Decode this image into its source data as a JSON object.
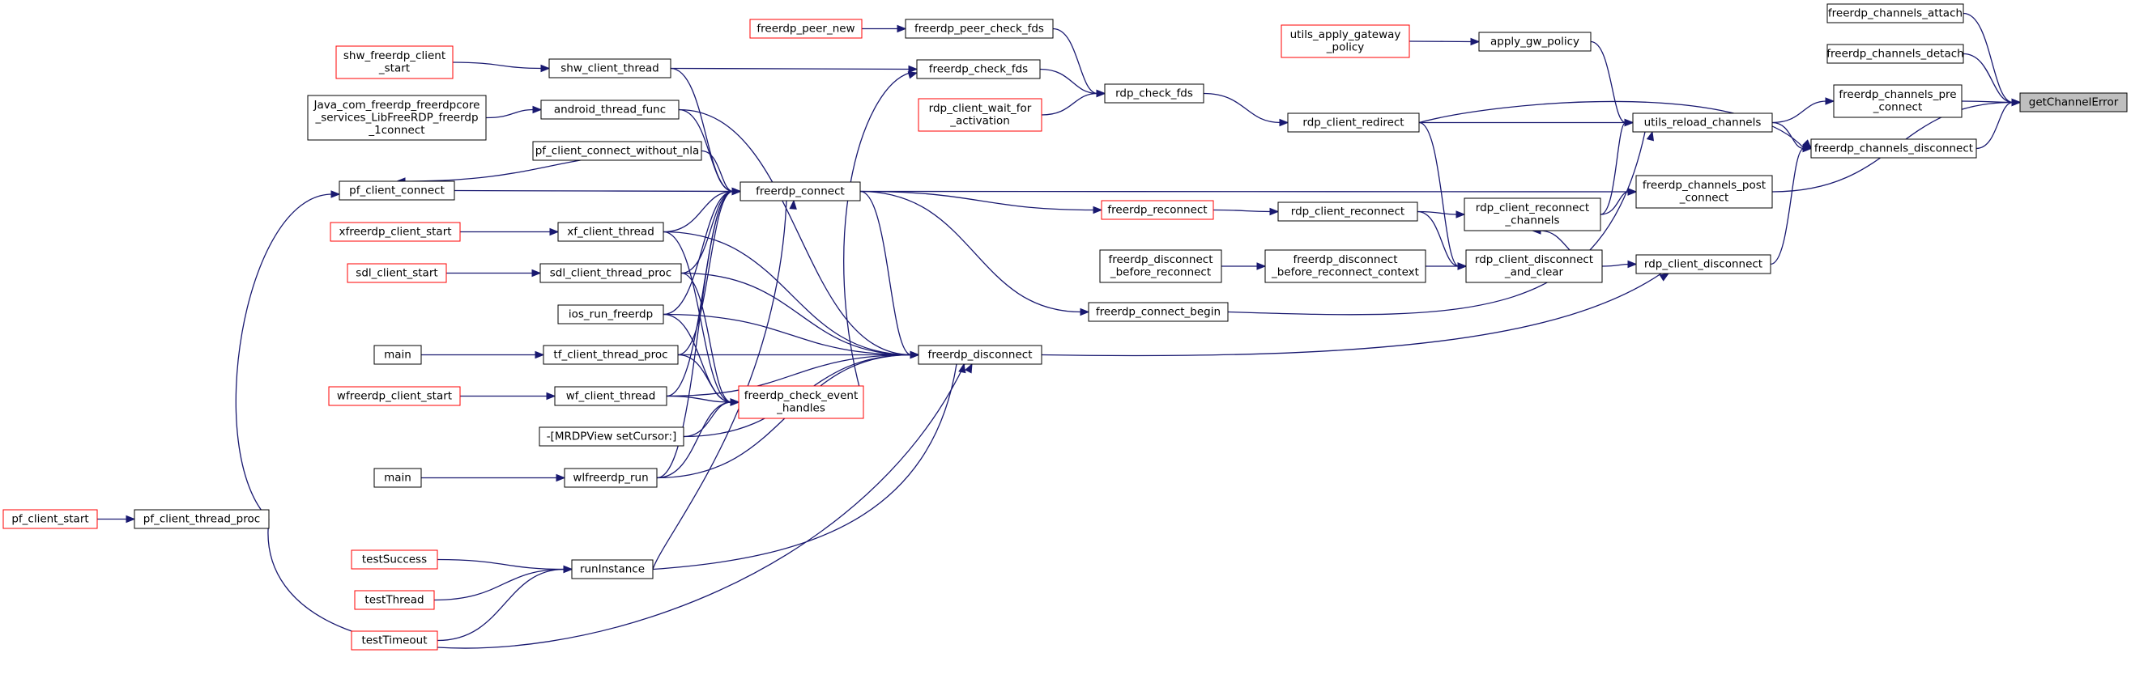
{
  "graph": {
    "root": "getChannelError",
    "nodes": [
      {
        "id": "getChannelError",
        "lines": [
          "getChannelError"
        ],
        "style": "root"
      },
      {
        "id": "freerdp_channels_attach",
        "lines": [
          "freerdp_channels_attach"
        ],
        "style": "normal"
      },
      {
        "id": "freerdp_channels_detach",
        "lines": [
          "freerdp_channels_detach"
        ],
        "style": "normal"
      },
      {
        "id": "freerdp_channels_pre_connect",
        "lines": [
          "freerdp_channels_pre",
          "_connect"
        ],
        "style": "normal"
      },
      {
        "id": "freerdp_channels_disconnect",
        "lines": [
          "freerdp_channels_disconnect"
        ],
        "style": "normal"
      },
      {
        "id": "freerdp_channels_post_connect",
        "lines": [
          "freerdp_channels_post",
          "_connect"
        ],
        "style": "normal"
      },
      {
        "id": "utils_reload_channels",
        "lines": [
          "utils_reload_channels"
        ],
        "style": "normal"
      },
      {
        "id": "apply_gw_policy",
        "lines": [
          "apply_gw_policy"
        ],
        "style": "normal"
      },
      {
        "id": "utils_apply_gateway_policy",
        "lines": [
          "utils_apply_gateway",
          "_policy"
        ],
        "style": "red"
      },
      {
        "id": "rdp_client_redirect",
        "lines": [
          "rdp_client_redirect"
        ],
        "style": "normal"
      },
      {
        "id": "rdp_check_fds",
        "lines": [
          "rdp_check_fds"
        ],
        "style": "normal"
      },
      {
        "id": "freerdp_peer_check_fds",
        "lines": [
          "freerdp_peer_check_fds"
        ],
        "style": "normal"
      },
      {
        "id": "freerdp_peer_new",
        "lines": [
          "freerdp_peer_new"
        ],
        "style": "red"
      },
      {
        "id": "freerdp_check_fds",
        "lines": [
          "freerdp_check_fds"
        ],
        "style": "normal"
      },
      {
        "id": "rdp_client_wait_for_activation",
        "lines": [
          "rdp_client_wait_for",
          "_activation"
        ],
        "style": "red"
      },
      {
        "id": "rdp_client_reconnect_channels",
        "lines": [
          "rdp_client_reconnect",
          "_channels"
        ],
        "style": "normal"
      },
      {
        "id": "rdp_client_reconnect",
        "lines": [
          "rdp_client_reconnect"
        ],
        "style": "normal"
      },
      {
        "id": "freerdp_reconnect",
        "lines": [
          "freerdp_reconnect"
        ],
        "style": "red"
      },
      {
        "id": "rdp_client_disconnect_and_clear",
        "lines": [
          "rdp_client_disconnect",
          "_and_clear"
        ],
        "style": "normal"
      },
      {
        "id": "freerdp_disconnect_before_reconnect_context",
        "lines": [
          "freerdp_disconnect",
          "_before_reconnect_context"
        ],
        "style": "normal"
      },
      {
        "id": "freerdp_disconnect_before_reconnect",
        "lines": [
          "freerdp_disconnect",
          "_before_reconnect"
        ],
        "style": "normal"
      },
      {
        "id": "rdp_client_disconnect",
        "lines": [
          "rdp_client_disconnect"
        ],
        "style": "normal"
      },
      {
        "id": "freerdp_connect_begin",
        "lines": [
          "freerdp_connect_begin"
        ],
        "style": "normal"
      },
      {
        "id": "freerdp_connect",
        "lines": [
          "freerdp_connect"
        ],
        "style": "normal"
      },
      {
        "id": "freerdp_disconnect",
        "lines": [
          "freerdp_disconnect"
        ],
        "style": "normal"
      },
      {
        "id": "freerdp_check_event_handles",
        "lines": [
          "freerdp_check_event",
          "_handles"
        ],
        "style": "red"
      },
      {
        "id": "shw_client_thread",
        "lines": [
          "shw_client_thread"
        ],
        "style": "normal"
      },
      {
        "id": "shw_freerdp_client_start",
        "lines": [
          "shw_freerdp_client",
          "_start"
        ],
        "style": "red"
      },
      {
        "id": "android_thread_func",
        "lines": [
          "android_thread_func"
        ],
        "style": "normal"
      },
      {
        "id": "java_connect",
        "lines": [
          "Java_com_freerdp_freerdpcore",
          "_services_LibFreeRDP_freerdp",
          "_1connect"
        ],
        "style": "normal"
      },
      {
        "id": "pf_client_connect_without_nla",
        "lines": [
          "pf_client_connect_without_nla"
        ],
        "style": "normal"
      },
      {
        "id": "pf_client_connect",
        "lines": [
          "pf_client_connect"
        ],
        "style": "normal"
      },
      {
        "id": "xf_client_thread",
        "lines": [
          "xf_client_thread"
        ],
        "style": "normal"
      },
      {
        "id": "xfreerdp_client_start",
        "lines": [
          "xfreerdp_client_start"
        ],
        "style": "red"
      },
      {
        "id": "sdl_client_thread_proc",
        "lines": [
          "sdl_client_thread_proc"
        ],
        "style": "normal"
      },
      {
        "id": "sdl_client_start",
        "lines": [
          "sdl_client_start"
        ],
        "style": "red"
      },
      {
        "id": "ios_run_freerdp",
        "lines": [
          "ios_run_freerdp"
        ],
        "style": "normal"
      },
      {
        "id": "tf_client_thread_proc",
        "lines": [
          "tf_client_thread_proc"
        ],
        "style": "normal"
      },
      {
        "id": "main1",
        "lines": [
          "main"
        ],
        "style": "normal"
      },
      {
        "id": "wf_client_thread",
        "lines": [
          "wf_client_thread"
        ],
        "style": "normal"
      },
      {
        "id": "wfreerdp_client_start",
        "lines": [
          "wfreerdp_client_start"
        ],
        "style": "red"
      },
      {
        "id": "mrdpview_setcursor",
        "lines": [
          "-[MRDPView setCursor:]"
        ],
        "style": "normal"
      },
      {
        "id": "wlfreerdp_run",
        "lines": [
          "wlfreerdp_run"
        ],
        "style": "normal"
      },
      {
        "id": "main2",
        "lines": [
          "main"
        ],
        "style": "normal"
      },
      {
        "id": "pf_client_thread_proc",
        "lines": [
          "pf_client_thread_proc"
        ],
        "style": "normal"
      },
      {
        "id": "pf_client_start",
        "lines": [
          "pf_client_start"
        ],
        "style": "red"
      },
      {
        "id": "runInstance",
        "lines": [
          "runInstance"
        ],
        "style": "normal"
      },
      {
        "id": "testSuccess",
        "lines": [
          "testSuccess"
        ],
        "style": "red"
      },
      {
        "id": "testThread",
        "lines": [
          "testThread"
        ],
        "style": "red"
      },
      {
        "id": "testTimeout",
        "lines": [
          "testTimeout"
        ],
        "style": "red"
      }
    ],
    "edges": [
      [
        "freerdp_channels_attach",
        "getChannelError"
      ],
      [
        "freerdp_channels_detach",
        "getChannelError"
      ],
      [
        "freerdp_channels_pre_connect",
        "getChannelError"
      ],
      [
        "freerdp_channels_disconnect",
        "getChannelError"
      ],
      [
        "freerdp_channels_post_connect",
        "getChannelError"
      ],
      [
        "utils_reload_channels",
        "freerdp_channels_pre_connect"
      ],
      [
        "utils_reload_channels",
        "freerdp_channels_disconnect"
      ],
      [
        "rdp_client_redirect",
        "freerdp_channels_disconnect"
      ],
      [
        "rdp_client_disconnect",
        "freerdp_channels_disconnect"
      ],
      [
        "freerdp_connect",
        "freerdp_channels_post_connect"
      ],
      [
        "rdp_client_reconnect_channels",
        "freerdp_channels_post_connect"
      ],
      [
        "apply_gw_policy",
        "utils_reload_channels"
      ],
      [
        "rdp_client_redirect",
        "utils_reload_channels"
      ],
      [
        "rdp_client_reconnect_channels",
        "utils_reload_channels"
      ],
      [
        "freerdp_connect_begin",
        "utils_reload_channels"
      ],
      [
        "utils_apply_gateway_policy",
        "apply_gw_policy"
      ],
      [
        "rdp_check_fds",
        "rdp_client_redirect"
      ],
      [
        "freerdp_peer_check_fds",
        "rdp_check_fds"
      ],
      [
        "freerdp_check_fds",
        "rdp_check_fds"
      ],
      [
        "rdp_client_wait_for_activation",
        "rdp_check_fds"
      ],
      [
        "freerdp_peer_new",
        "freerdp_peer_check_fds"
      ],
      [
        "shw_client_thread",
        "freerdp_check_fds"
      ],
      [
        "freerdp_check_event_handles",
        "freerdp_check_fds"
      ],
      [
        "rdp_client_reconnect",
        "rdp_client_reconnect_channels"
      ],
      [
        "rdp_client_disconnect_and_clear",
        "rdp_client_reconnect_channels"
      ],
      [
        "freerdp_reconnect",
        "rdp_client_reconnect"
      ],
      [
        "freerdp_connect",
        "freerdp_reconnect"
      ],
      [
        "rdp_client_reconnect",
        "rdp_client_disconnect_and_clear"
      ],
      [
        "rdp_client_redirect",
        "rdp_client_disconnect_and_clear"
      ],
      [
        "freerdp_disconnect_before_reconnect_context",
        "rdp_client_disconnect_and_clear"
      ],
      [
        "freerdp_disconnect_before_reconnect",
        "freerdp_disconnect_before_reconnect_context"
      ],
      [
        "rdp_client_disconnect_and_clear",
        "rdp_client_disconnect"
      ],
      [
        "freerdp_disconnect",
        "rdp_client_disconnect"
      ],
      [
        "freerdp_connect",
        "freerdp_connect_begin"
      ],
      [
        "freerdp_connect",
        "freerdp_disconnect"
      ],
      [
        "shw_client_thread",
        "freerdp_connect"
      ],
      [
        "android_thread_func",
        "freerdp_connect"
      ],
      [
        "pf_client_connect_without_nla",
        "freerdp_connect"
      ],
      [
        "pf_client_connect",
        "freerdp_connect"
      ],
      [
        "xf_client_thread",
        "freerdp_connect"
      ],
      [
        "sdl_client_thread_proc",
        "freerdp_connect"
      ],
      [
        "ios_run_freerdp",
        "freerdp_connect"
      ],
      [
        "tf_client_thread_proc",
        "freerdp_connect"
      ],
      [
        "wf_client_thread",
        "freerdp_connect"
      ],
      [
        "wlfreerdp_run",
        "freerdp_connect"
      ],
      [
        "runInstance",
        "freerdp_connect"
      ],
      [
        "android_thread_func",
        "freerdp_disconnect"
      ],
      [
        "xf_client_thread",
        "freerdp_disconnect"
      ],
      [
        "sdl_client_thread_proc",
        "freerdp_disconnect"
      ],
      [
        "ios_run_freerdp",
        "freerdp_disconnect"
      ],
      [
        "tf_client_thread_proc",
        "freerdp_disconnect"
      ],
      [
        "wf_client_thread",
        "freerdp_disconnect"
      ],
      [
        "mrdpview_setcursor",
        "freerdp_disconnect"
      ],
      [
        "wlfreerdp_run",
        "freerdp_disconnect"
      ],
      [
        "pf_client_thread_proc",
        "freerdp_disconnect"
      ],
      [
        "runInstance",
        "freerdp_disconnect"
      ],
      [
        "pf_client_thread_proc",
        "freerdp_disconnect"
      ],
      [
        "xf_client_thread",
        "freerdp_check_event_handles"
      ],
      [
        "sdl_client_thread_proc",
        "freerdp_check_event_handles"
      ],
      [
        "ios_run_freerdp",
        "freerdp_check_event_handles"
      ],
      [
        "tf_client_thread_proc",
        "freerdp_check_event_handles"
      ],
      [
        "wf_client_thread",
        "freerdp_check_event_handles"
      ],
      [
        "mrdpview_setcursor",
        "freerdp_check_event_handles"
      ],
      [
        "wlfreerdp_run",
        "freerdp_check_event_handles"
      ],
      [
        "shw_freerdp_client_start",
        "shw_client_thread"
      ],
      [
        "java_connect",
        "android_thread_func"
      ],
      [
        "pf_client_connect_without_nla",
        "pf_client_connect"
      ],
      [
        "pf_client_thread_proc",
        "pf_client_connect"
      ],
      [
        "xfreerdp_client_start",
        "xf_client_thread"
      ],
      [
        "sdl_client_start",
        "sdl_client_thread_proc"
      ],
      [
        "main1",
        "tf_client_thread_proc"
      ],
      [
        "wfreerdp_client_start",
        "wf_client_thread"
      ],
      [
        "main2",
        "wlfreerdp_run"
      ],
      [
        "pf_client_start",
        "pf_client_thread_proc"
      ],
      [
        "testSuccess",
        "runInstance"
      ],
      [
        "testThread",
        "runInstance"
      ],
      [
        "testTimeout",
        "runInstance"
      ]
    ]
  }
}
